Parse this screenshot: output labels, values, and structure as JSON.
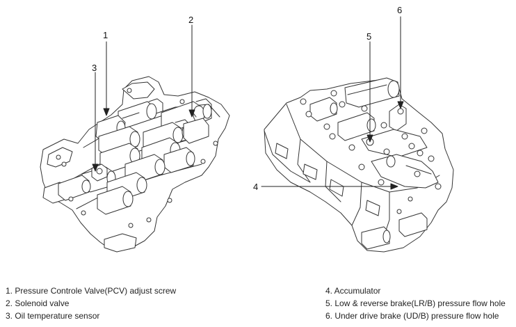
{
  "callouts": {
    "c1": "1",
    "c2": "2",
    "c3": "3",
    "c4": "4",
    "c5": "5",
    "c6": "6"
  },
  "legend": {
    "left": [
      "1. Pressure Controle Valve(PCV) adjust screw",
      "2. Solenoid valve",
      "3. Oil temperature sensor"
    ],
    "right": [
      "4. Accumulator",
      "5. Low & reverse brake(LR/B) pressure flow hole",
      "6. Under drive brake (UD/B) pressure flow hole"
    ]
  },
  "colors": {
    "line": "#333333",
    "fill": "#ffffff"
  }
}
